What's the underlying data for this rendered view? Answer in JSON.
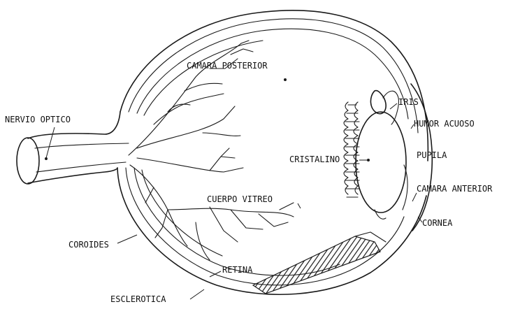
{
  "labels": {
    "camara_posterior": "CAMARA POSTERIOR",
    "nervio_optico": "NERVIO OPTICO",
    "iris": "IRIS",
    "humor_acuoso": "HUMOR ACUOSO",
    "cristalino": "CRISTALINO",
    "pupila": "PUPILA",
    "camara_anterior": "CAMARA ANTERIOR",
    "cuerpo_vitreo": "CUERPO VITREO",
    "cornea": "CORNEA",
    "coroides": "COROIDES",
    "retina": "RETINA",
    "esclerotica": "ESCLEROTICA"
  }
}
